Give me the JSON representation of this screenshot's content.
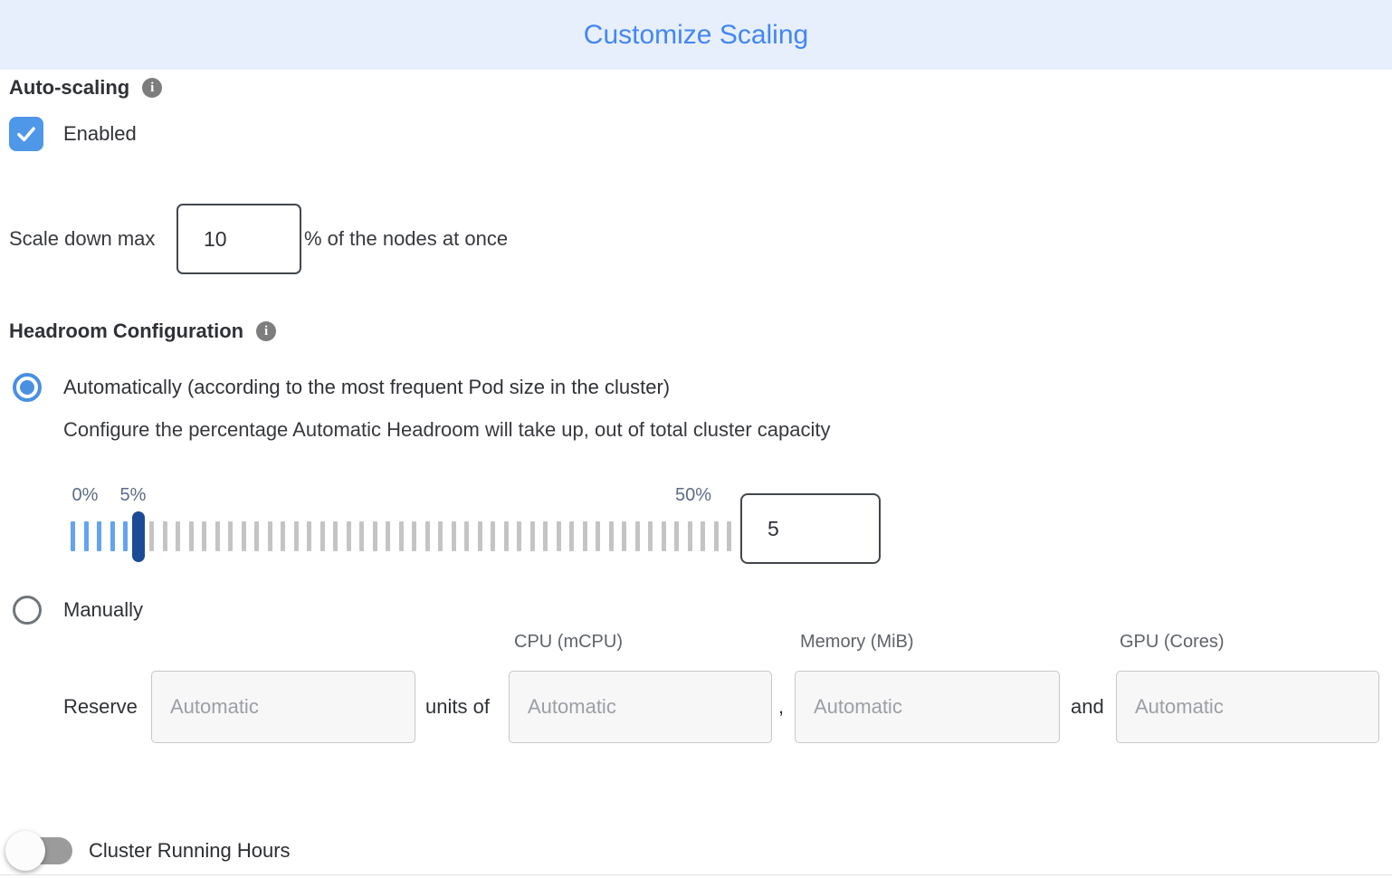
{
  "header": {
    "title": "Customize Scaling"
  },
  "icons": {
    "info": "i"
  },
  "colors": {
    "header_bg": "#e8effc",
    "title_blue": "#4287f5",
    "accent_blue": "#4f97e8",
    "radio_blue": "#4a90e2",
    "tick_blue": "#63a3f2",
    "tick_gray": "#c4c4c4",
    "handle_navy": "#1c4b96",
    "slider_label": "#5c6b84"
  },
  "auto_scaling": {
    "label": "Auto-scaling",
    "enabled_label": "Enabled",
    "enabled_checked": true,
    "scale_down": {
      "prefix": "Scale down max",
      "value": "10",
      "suffix": "% of the nodes at once"
    }
  },
  "headroom": {
    "label": "Headroom Configuration",
    "selected_option": "automatic",
    "auto_option": "Automatically (according to the most frequent Pod size in the cluster)",
    "auto_description": "Configure the percentage Automatic Headroom will take up, out of total cluster capacity",
    "slider": {
      "min_label": "0%",
      "current_label": "5%",
      "max_label": "50%",
      "tick_count": 51,
      "active_index": 5,
      "value": "5"
    },
    "manual_option": "Manually",
    "reserve": {
      "label": "Reserve",
      "units_of": "units of",
      "comma": ",",
      "and": "and",
      "columns": [
        "CPU (mCPU)",
        "Memory (MiB)",
        "GPU (Cores)"
      ],
      "placeholder": "Automatic"
    }
  },
  "cluster_running_hours": {
    "label": "Cluster Running Hours",
    "toggle_on": false
  }
}
